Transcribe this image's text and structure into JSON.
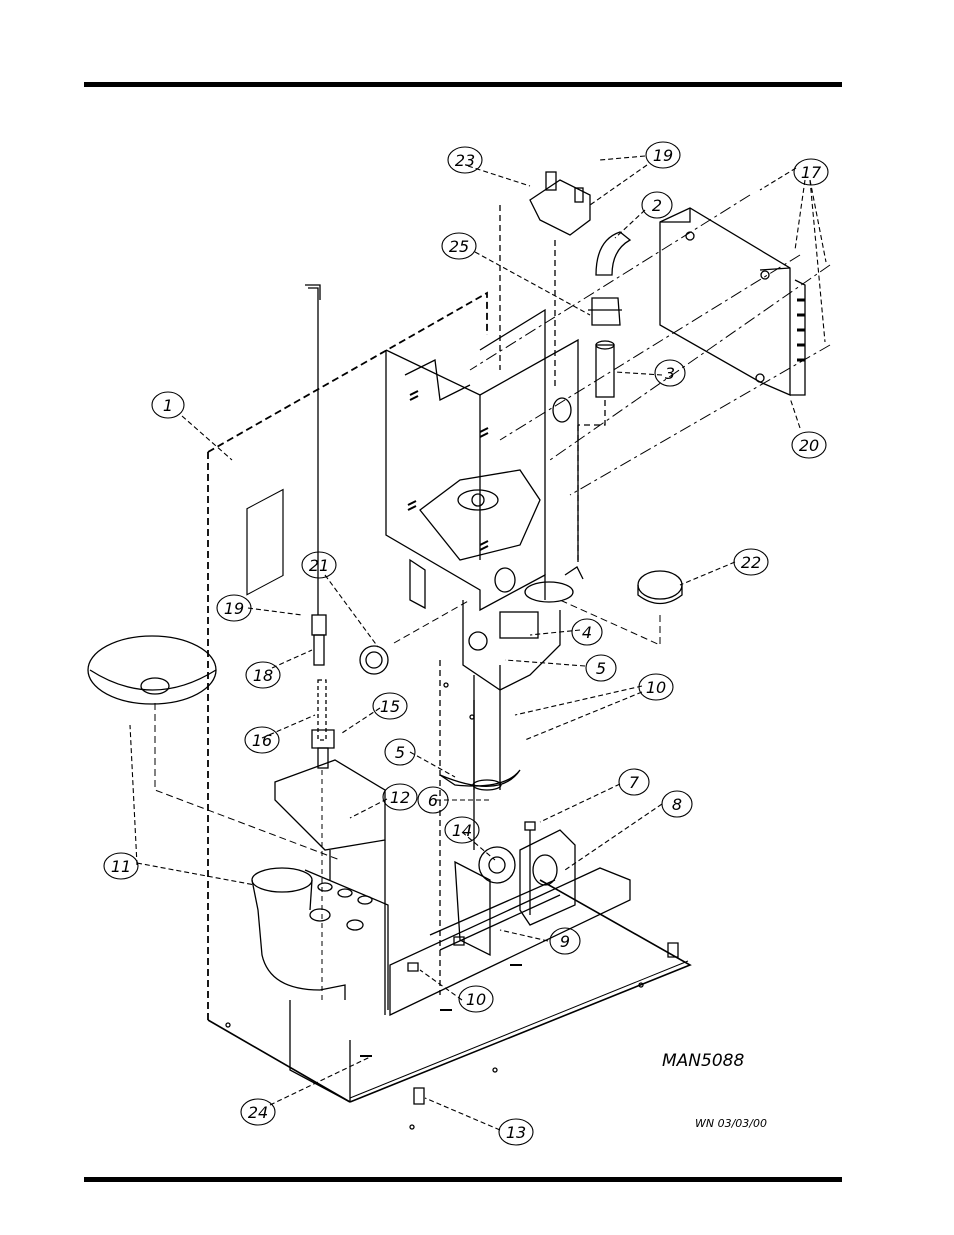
{
  "drawing": {
    "id": "MAN5088",
    "date_stamp": "WN 03/03/00"
  },
  "callouts": [
    {
      "key": "c1",
      "label": "1"
    },
    {
      "key": "c2",
      "label": "2"
    },
    {
      "key": "c3",
      "label": "3"
    },
    {
      "key": "c4",
      "label": "4"
    },
    {
      "key": "c5a",
      "label": "5"
    },
    {
      "key": "c5b",
      "label": "5"
    },
    {
      "key": "c6",
      "label": "6"
    },
    {
      "key": "c7",
      "label": "7"
    },
    {
      "key": "c8",
      "label": "8"
    },
    {
      "key": "c9",
      "label": "9"
    },
    {
      "key": "c10a",
      "label": "10"
    },
    {
      "key": "c10b",
      "label": "10"
    },
    {
      "key": "c11",
      "label": "11"
    },
    {
      "key": "c12",
      "label": "12"
    },
    {
      "key": "c13",
      "label": "13"
    },
    {
      "key": "c14",
      "label": "14"
    },
    {
      "key": "c15",
      "label": "15"
    },
    {
      "key": "c16",
      "label": "16"
    },
    {
      "key": "c17",
      "label": "17"
    },
    {
      "key": "c18",
      "label": "18"
    },
    {
      "key": "c19a",
      "label": "19"
    },
    {
      "key": "c19b",
      "label": "19"
    },
    {
      "key": "c20",
      "label": "20"
    },
    {
      "key": "c21",
      "label": "21"
    },
    {
      "key": "c22",
      "label": "22"
    },
    {
      "key": "c23",
      "label": "23"
    },
    {
      "key": "c24",
      "label": "24"
    },
    {
      "key": "c25",
      "label": "25"
    }
  ]
}
